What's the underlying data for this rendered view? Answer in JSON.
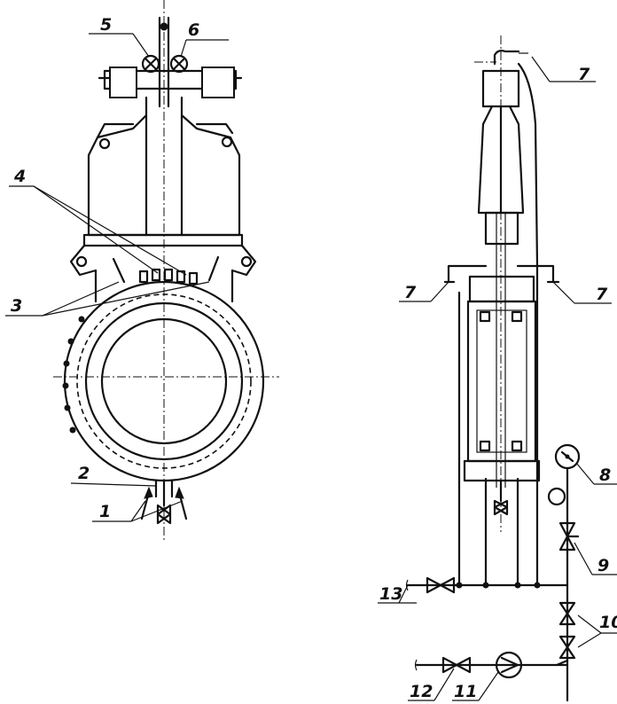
{
  "figure": {
    "left_view_labels": {
      "l1": "1",
      "l2": "2",
      "l3": "3",
      "l4": "4",
      "l5": "5",
      "l6": "6"
    },
    "right_view_labels": {
      "l7_top": "7",
      "l7_left": "7",
      "l7_right": "7",
      "l8": "8",
      "l9": "9",
      "l10": "10",
      "l11": "11",
      "l12": "12",
      "l13": "13"
    },
    "colors": {
      "ink": "#111111",
      "paper": "#ffffff"
    }
  }
}
